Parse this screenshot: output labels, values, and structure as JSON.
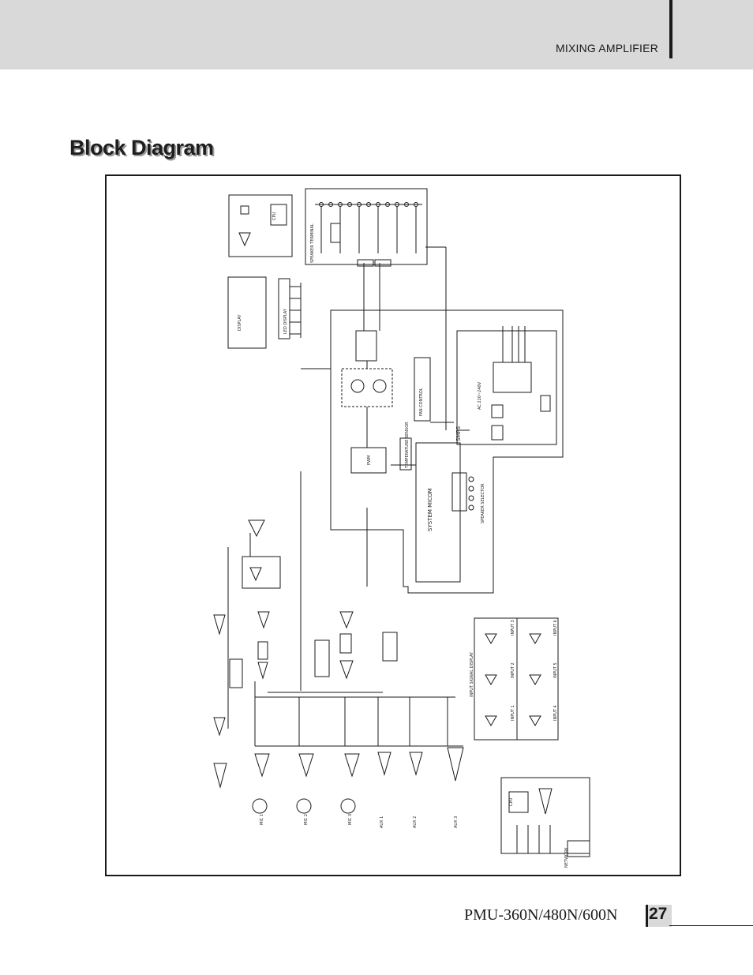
{
  "header": {
    "section": "MIXING AMPLIFIER"
  },
  "section_title": "Block Diagram",
  "footer": {
    "model": "PMU-360N/480N/600N",
    "page_number": "27"
  },
  "diagram": {
    "labels": {
      "smps": "SMPS",
      "system_micom": "SYSTEM MICOM",
      "speaker_terminal": "SPEAKER TERMINAL",
      "cpu_top": "CPU",
      "cpu_bottom": "CPU",
      "display": "DISPLAY",
      "led_display": "LED DISPLAY",
      "speaker_selector": "SPEAKER SELECTOR",
      "input_signal_display": "INPUT SIGNAL DISPLAY",
      "mic1": "MIC 1",
      "mic2": "MIC 2",
      "mic3": "MIC 3",
      "aux1": "AUX 1",
      "aux2": "AUX 2",
      "aux3": "AUX 3",
      "input1": "INPUT 1",
      "input2": "INPUT 2",
      "input3": "INPUT 3",
      "input4": "INPUT 4",
      "input5": "INPUT 5",
      "input6": "INPUT 6",
      "network": "NETWORK",
      "fan_control": "FAN CONTROL",
      "temperature_sensor": "TEMPERATURE SENSOR",
      "power_amp": "PWM",
      "ac_in": "AC 220~240V"
    }
  }
}
